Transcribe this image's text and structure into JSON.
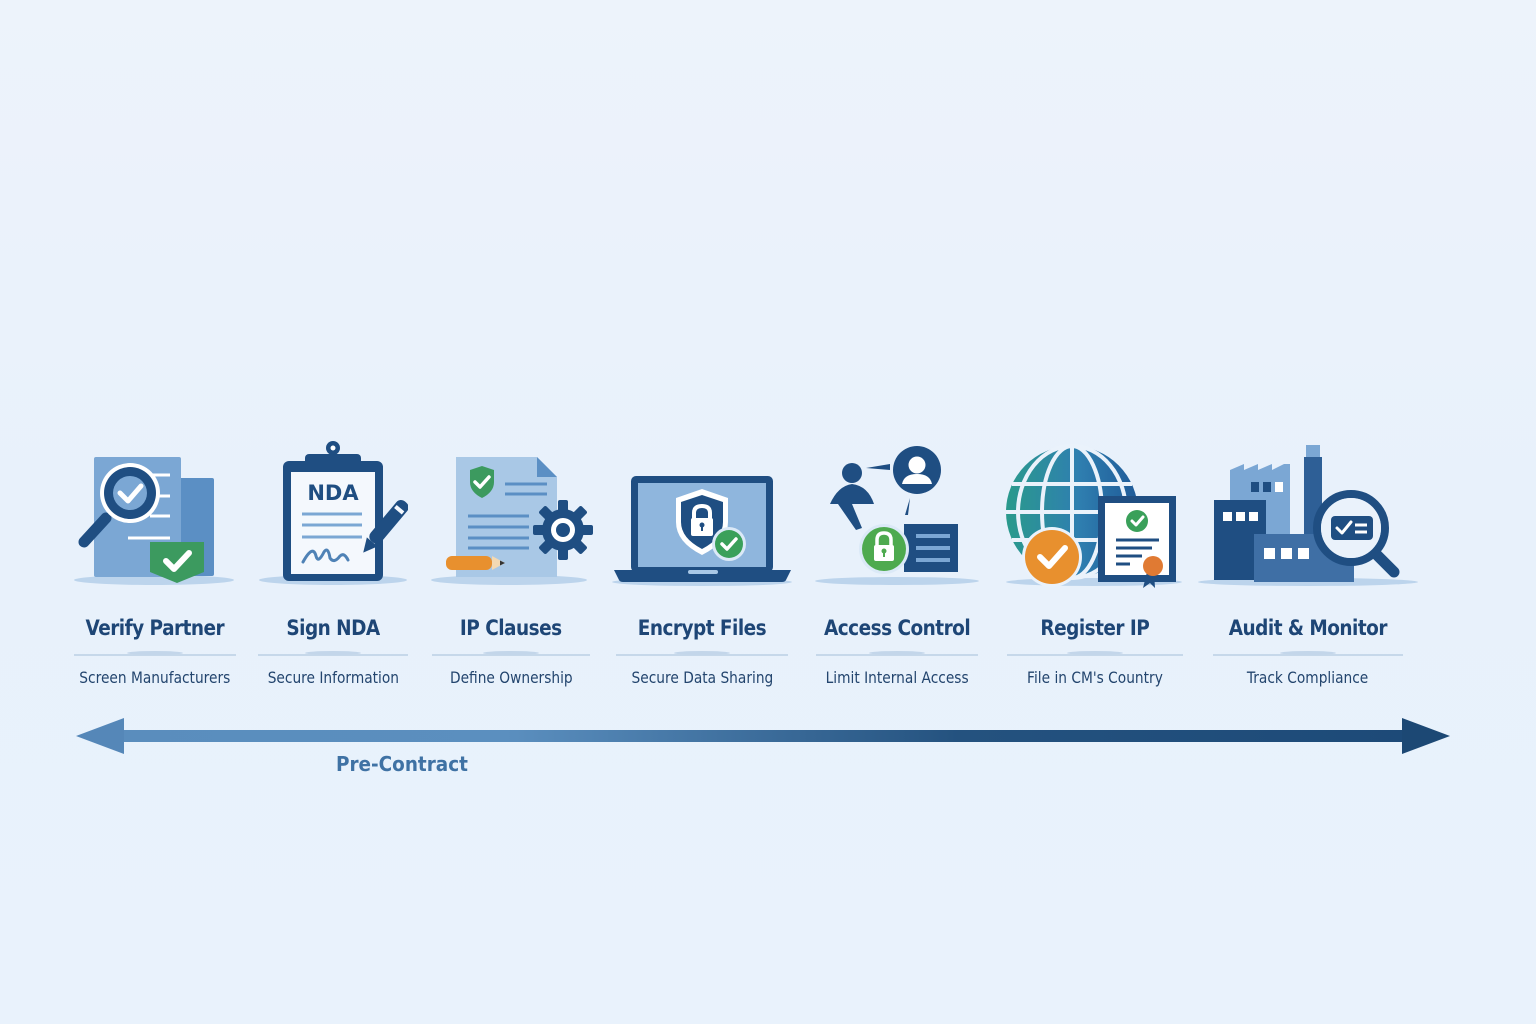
{
  "diagram": {
    "type": "process-timeline",
    "steps": [
      {
        "id": "verify-partner",
        "title": "Verify Partner",
        "subtitle": "Screen Manufacturers",
        "icon": "document-magnifier-check-icon"
      },
      {
        "id": "sign-nda",
        "title": "Sign NDA",
        "subtitle": "Secure Information",
        "icon": "clipboard-nda-pen-icon",
        "icon_text": "NDA"
      },
      {
        "id": "ip-clauses",
        "title": "IP Clauses",
        "subtitle": "Define Ownership",
        "icon": "document-shield-gear-icon"
      },
      {
        "id": "encrypt-files",
        "title": "Encrypt Files",
        "subtitle": "Secure Data Sharing",
        "icon": "laptop-shield-lock-icon"
      },
      {
        "id": "access-control",
        "title": "Access Control",
        "subtitle": "Limit Internal Access",
        "icon": "users-lock-card-icon"
      },
      {
        "id": "register-ip",
        "title": "Register IP",
        "subtitle": "File in CM's Country",
        "icon": "globe-certificate-icon"
      },
      {
        "id": "audit-monitor",
        "title": "Audit & Monitor",
        "subtitle": "Track Compliance",
        "icon": "factory-magnifier-icon"
      }
    ],
    "timeline": {
      "direction": "bidirectional",
      "phase_label": "Pre-Contract",
      "color_start": "#5a8dbd",
      "color_end": "#1d4a78"
    },
    "colors": {
      "background": "#eaf2fb",
      "title": "#1e4676",
      "subtitle": "#23456e",
      "navy": "#1f4e82",
      "mid_blue": "#5b8fc4",
      "light_blue": "#a9c8e6",
      "green": "#3aa05a",
      "orange": "#e8902e",
      "teal": "#2a9a8c"
    }
  }
}
